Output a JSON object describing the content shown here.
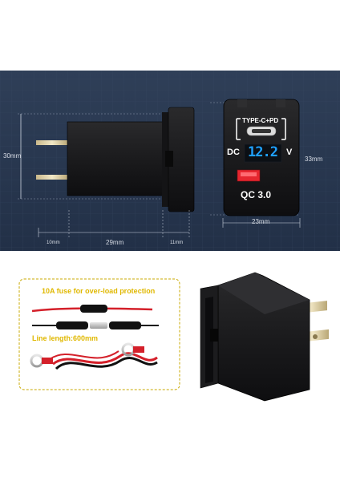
{
  "dimensions": {
    "height_label": "30mm",
    "front_height_label": "33mm",
    "front_width_label": "23mm",
    "left_segment_label": "10mm",
    "body_length_label": "29mm",
    "right_segment_label": "11mm"
  },
  "front_panel": {
    "port_label": "TYPE-C+PD",
    "dc_label": "DC",
    "voltage_value": "12.2",
    "volt_unit": "V",
    "qc_label": "QC 3.0"
  },
  "accessories": {
    "fuse_caption": "10A fuse for over-load protection",
    "line_length_caption": "Line length:600mm"
  },
  "colors": {
    "background_top": "#2b3a52",
    "display_blue": "#1fa0ff",
    "usb_port_red": "#e6262f",
    "caption_yellow": "#f2d21b",
    "wire_red": "#d4202a"
  }
}
